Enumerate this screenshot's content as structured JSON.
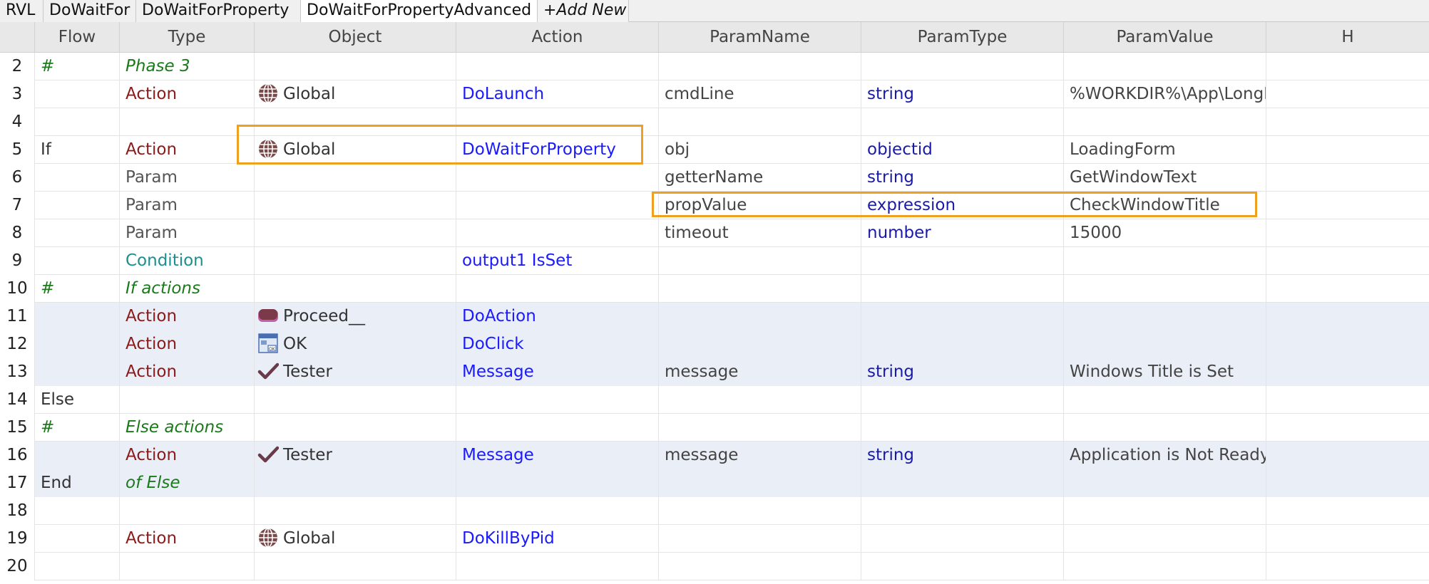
{
  "tabs": [
    {
      "label": "RVL",
      "active": false
    },
    {
      "label": "DoWaitFor",
      "active": false
    },
    {
      "label": "DoWaitForProperty",
      "active": false
    },
    {
      "label": "DoWaitForPropertyAdvanced",
      "active": true
    },
    {
      "label": "+Add New",
      "active": false
    }
  ],
  "columns": [
    "Flow",
    "Type",
    "Object",
    "Action",
    "ParamName",
    "ParamType",
    "ParamValue",
    "H"
  ],
  "rows": [
    {
      "num": "2",
      "flow": "#",
      "type": "Phase 3",
      "type_kind": "comment",
      "object": "",
      "icon": "",
      "action": "",
      "pname": "",
      "ptype": "",
      "pval": ""
    },
    {
      "num": "3",
      "flow": "",
      "type": "Action",
      "type_kind": "action",
      "object": "Global",
      "icon": "globe-icon",
      "action": "DoLaunch",
      "pname": "cmdLine",
      "ptype": "string",
      "pval": "%WORKDIR%\\App\\LongLoadingApp.exe"
    },
    {
      "num": "4",
      "flow": "",
      "type": "",
      "type_kind": "",
      "object": "",
      "icon": "",
      "action": "",
      "pname": "",
      "ptype": "",
      "pval": ""
    },
    {
      "num": "5",
      "flow": "If",
      "type": "Action",
      "type_kind": "action",
      "object": "Global",
      "icon": "globe-icon",
      "action": "DoWaitForProperty",
      "pname": "obj",
      "ptype": "objectid",
      "pval": "LoadingForm"
    },
    {
      "num": "6",
      "flow": "",
      "type": "Param",
      "type_kind": "param",
      "object": "",
      "icon": "",
      "action": "",
      "pname": "getterName",
      "ptype": "string",
      "pval": "GetWindowText"
    },
    {
      "num": "7",
      "flow": "",
      "type": "Param",
      "type_kind": "param",
      "object": "",
      "icon": "",
      "action": "",
      "pname": "propValue",
      "ptype": "expression",
      "pval": "CheckWindowTitle"
    },
    {
      "num": "8",
      "flow": "",
      "type": "Param",
      "type_kind": "param",
      "object": "",
      "icon": "",
      "action": "",
      "pname": "timeout",
      "ptype": "number",
      "pval": "15000"
    },
    {
      "num": "9",
      "flow": "",
      "type": "Condition",
      "type_kind": "cond",
      "object": "",
      "icon": "",
      "action": "output1 IsSet",
      "pname": "",
      "ptype": "",
      "pval": ""
    },
    {
      "num": "10",
      "flow": "#",
      "type": "If actions",
      "type_kind": "comment",
      "object": "",
      "icon": "",
      "action": "",
      "pname": "",
      "ptype": "",
      "pval": ""
    },
    {
      "num": "11",
      "flow": "",
      "type": "Action",
      "type_kind": "action",
      "object": "Proceed__",
      "icon": "button-shape-icon",
      "action": "DoAction",
      "pname": "",
      "ptype": "",
      "pval": "",
      "alt": true
    },
    {
      "num": "12",
      "flow": "",
      "type": "Action",
      "type_kind": "action",
      "object": "OK",
      "icon": "window-icon",
      "action": "DoClick",
      "pname": "",
      "ptype": "",
      "pval": "",
      "alt": true
    },
    {
      "num": "13",
      "flow": "",
      "type": "Action",
      "type_kind": "action",
      "object": "Tester",
      "icon": "checkmark-icon",
      "action": "Message",
      "pname": "message",
      "ptype": "string",
      "pval": "Windows Title is Set",
      "alt": true
    },
    {
      "num": "14",
      "flow": "Else",
      "type": "",
      "type_kind": "",
      "object": "",
      "icon": "",
      "action": "",
      "pname": "",
      "ptype": "",
      "pval": ""
    },
    {
      "num": "15",
      "flow": "#",
      "type": "Else actions",
      "type_kind": "comment",
      "object": "",
      "icon": "",
      "action": "",
      "pname": "",
      "ptype": "",
      "pval": ""
    },
    {
      "num": "16",
      "flow": "",
      "type": "Action",
      "type_kind": "action",
      "object": "Tester",
      "icon": "checkmark-icon",
      "action": "Message",
      "pname": "message",
      "ptype": "string",
      "pval": "Application is Not Ready",
      "alt": true
    },
    {
      "num": "17",
      "flow": "End",
      "type": "of Else",
      "type_kind": "comment",
      "object": "",
      "icon": "",
      "action": "",
      "pname": "",
      "ptype": "",
      "pval": "",
      "alt": true
    },
    {
      "num": "18",
      "flow": "",
      "type": "",
      "type_kind": "",
      "object": "",
      "icon": "",
      "action": "",
      "pname": "",
      "ptype": "",
      "pval": ""
    },
    {
      "num": "19",
      "flow": "",
      "type": "Action",
      "type_kind": "action",
      "object": "Global",
      "icon": "globe-icon",
      "action": "DoKillByPid",
      "pname": "",
      "ptype": "",
      "pval": ""
    },
    {
      "num": "20",
      "flow": "",
      "type": "",
      "type_kind": "",
      "object": "",
      "icon": "",
      "action": "",
      "pname": "",
      "ptype": "",
      "pval": ""
    }
  ],
  "colors": {
    "highlight": "#f0a020",
    "action_type": "#8b1a1a",
    "action_link": "#1a1aff",
    "comment": "#1a7a1a",
    "condition": "#1a9090"
  }
}
